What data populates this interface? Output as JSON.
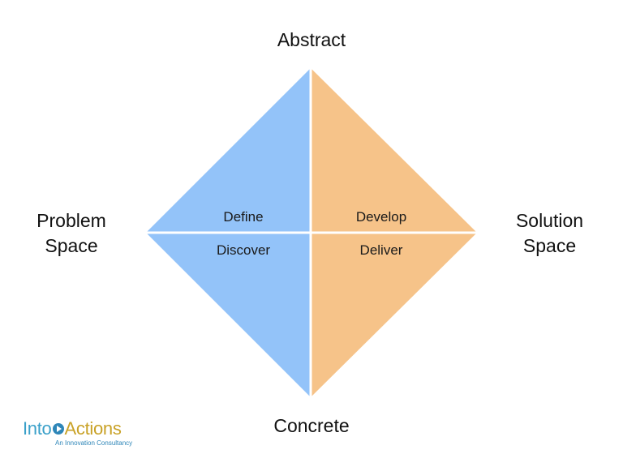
{
  "diagram": {
    "top_label": "Abstract",
    "bottom_label": "Concrete",
    "left_label": [
      "Problem",
      "Space"
    ],
    "right_label": [
      "Solution",
      "Space"
    ],
    "quadrants": {
      "top_left": "Define",
      "top_right": "Develop",
      "bottom_left": "Discover",
      "bottom_right": "Deliver"
    },
    "colors": {
      "problem_side": "#93c3f9",
      "solution_side": "#f6c389",
      "divider": "#ffffff"
    }
  },
  "logo": {
    "into": "Into",
    "actions": "Actions",
    "tagline": "An Innovation Consultancy",
    "colors": {
      "into": "#3aa0c9",
      "actions": "#c9a227",
      "play": "#2e86b8"
    },
    "icon": "play-circle-icon"
  }
}
